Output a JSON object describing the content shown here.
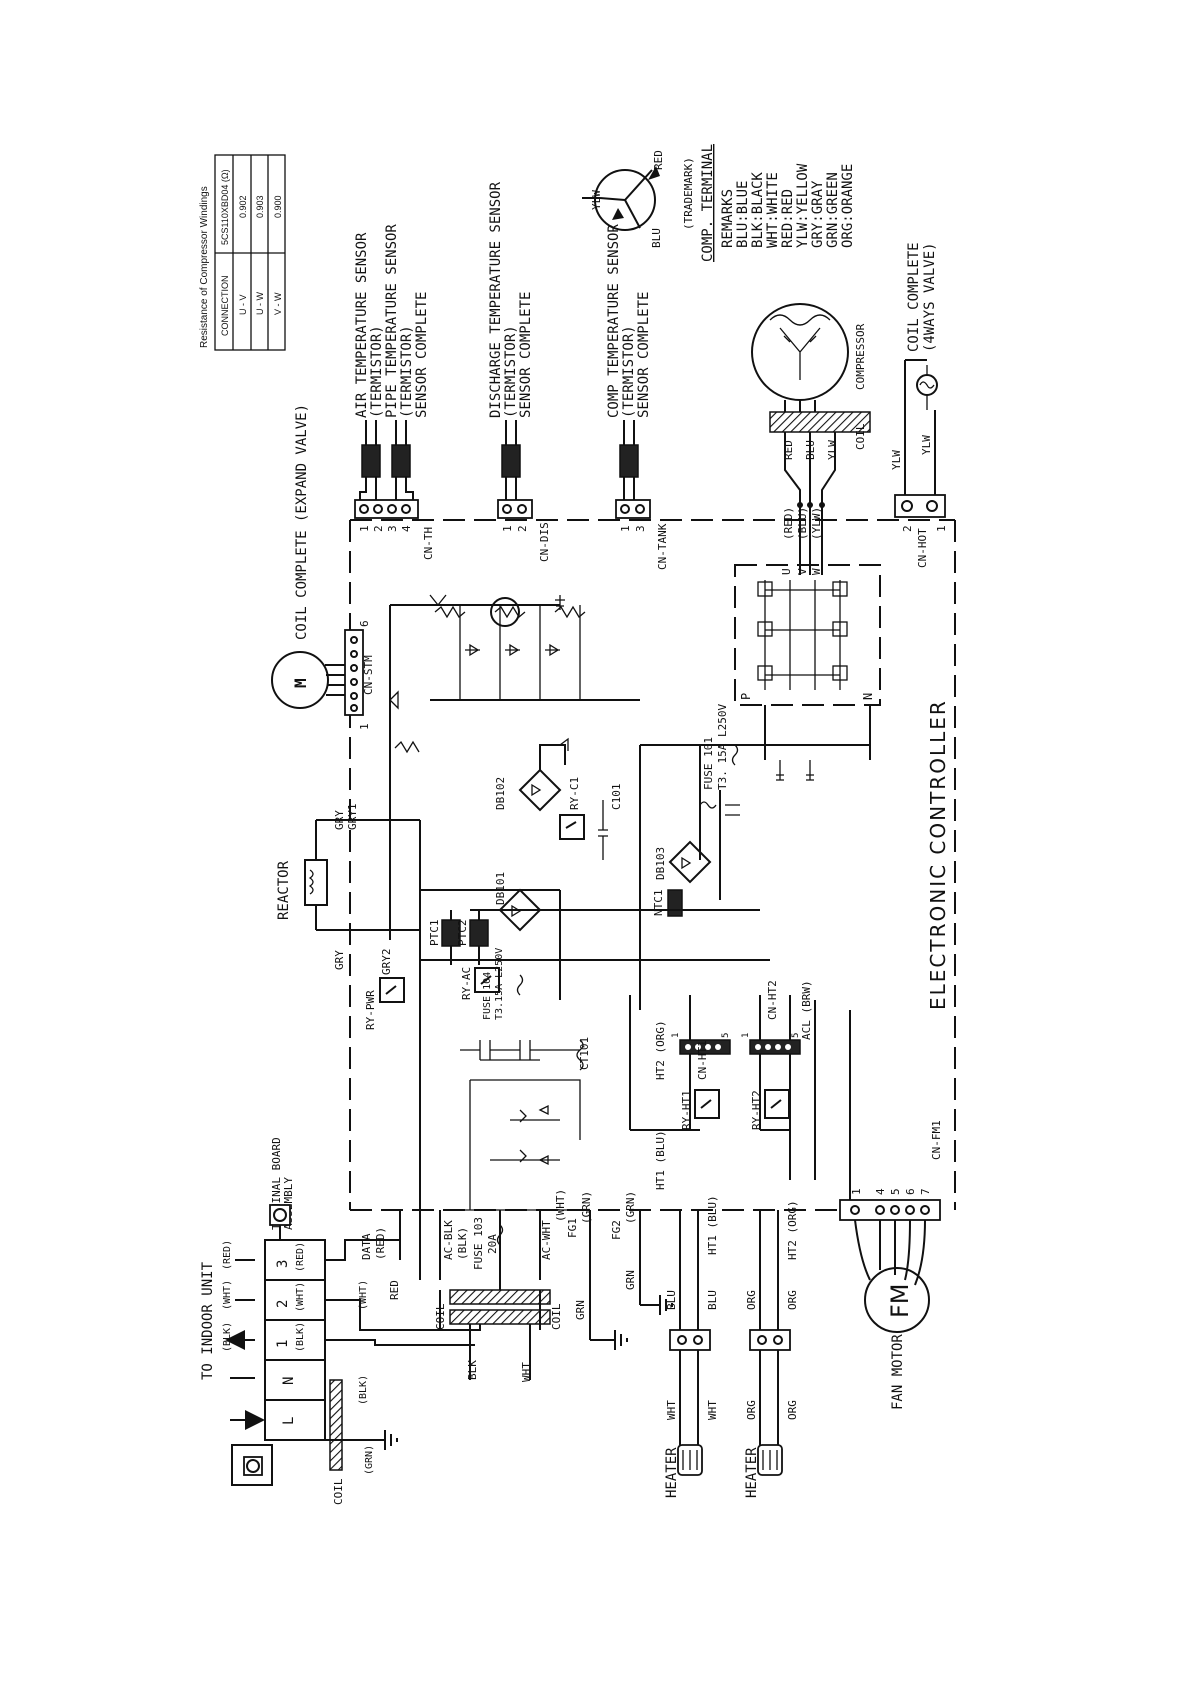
{
  "resistance_table": {
    "title": "Resistance of Compressor Windings",
    "header": [
      "CONNECTION",
      "5CS110XBD04 (Ω)"
    ],
    "rows": [
      [
        "U - V",
        "0.902"
      ],
      [
        "U - W",
        "0.903"
      ],
      [
        "V - W",
        "0.900"
      ]
    ]
  },
  "terminal": {
    "title": "COMP. TERMINAL",
    "trademark": "(TRADEMARK)",
    "leads": [
      "RED",
      "YLW",
      "BLU"
    ]
  },
  "remarks": {
    "title": "REMARKS",
    "items": [
      "BLU:BLUE",
      "BLK:BLACK",
      "WHT:WHITE",
      "RED:RED",
      "YLW:YELLOW",
      "GRY:GRAY",
      "GRN:GREEN",
      "ORG:ORANGE"
    ]
  },
  "sensors": {
    "air": [
      "AIR TEMPERATURE SENSOR",
      "(TERMISTOR)"
    ],
    "pipe": [
      "PIPE TEMPERATURE SENSOR",
      "(TERMISTOR)",
      "SENSOR COMPLETE"
    ],
    "discharge": [
      "DISCHARGE TEMPERATURE SENSOR",
      "(TERMISTOR)",
      "SENSOR COMPLETE"
    ],
    "comp": [
      "COMP TEMPERATURE SENSOR",
      "(TERMISTOR)",
      "SENSOR COMPLETE"
    ]
  },
  "connectors": {
    "cn_th": "CN-TH",
    "cn_th_pins": [
      "1",
      "2",
      "3",
      "4"
    ],
    "cn_dis": "CN-DIS",
    "cn_dis_pins": [
      "1",
      "2"
    ],
    "cn_tank": "CN-TANK",
    "cn_tank_pins": [
      "1",
      "3"
    ],
    "cn_stm": "CN-STM",
    "cn_stm_pins": [
      "1",
      "6"
    ],
    "cn_hot": "CN-HOT",
    "cn_hot_pins": [
      "2",
      "1"
    ],
    "cn_ht1": "CN-HT1",
    "cn_ht1_pins": [
      "1",
      "5"
    ],
    "cn_ht2": "CN-HT2",
    "cn_ht2_pins": [
      "1",
      "5"
    ],
    "cn_fm1": "CN-FM1",
    "cn_fm1_pins": [
      "1",
      "4",
      "5",
      "6",
      "7"
    ]
  },
  "components": {
    "coil_expand": "COIL COMPLETE (EXPAND VALVE)",
    "coil_4way": [
      "COIL COMPLETE",
      "(4WAYS VALVE)"
    ],
    "motor_m": "M",
    "compressor": "COMPRESSOR",
    "coil": "COIL",
    "reactor": "REACTOR",
    "fan_motor": "FAN MOTOR",
    "fm": "FM",
    "heater1": "HEATER",
    "heater2": "HEATER",
    "to_indoor": "TO INDOOR UNIT",
    "terminal_board": [
      "TERMINAL BOARD",
      "ASSEMBLY"
    ],
    "electronic_controller": "ELECTRONIC CONTROLLER",
    "fuse101": [
      "FUSE 101",
      "T3. 15A L250V"
    ],
    "fuse103": [
      "FUSE 103",
      "20A"
    ],
    "fuse104": [
      "FUSE 104",
      "T3.15A L250V"
    ],
    "db101": "DB101",
    "db102": "DB102",
    "db103": "DB103",
    "ry_c1": "RY-C1",
    "c101": "C101",
    "ntc1": "NTC1",
    "ptc1": "PTC1",
    "ptc2": "PTC2",
    "ry_ac": "RY-AC",
    "ry_pwr": "RY-PWR",
    "ct101": "CT101",
    "ry_ht1": "RY-HT1",
    "ry_ht2": "RY-HT2",
    "ht1": "HT1 (BLU)",
    "ht2": "HT2 (ORG)",
    "acl": "ACL (BRW)",
    "data": [
      "DATA",
      "(RED)"
    ],
    "ac_blk": [
      "AC-BLK",
      "(BLK)"
    ],
    "ac_wht": "AC-WHT",
    "fg1": "FG1",
    "fg2": "FG2",
    "gry1": "GRY1",
    "gry2": "GRY2",
    "uvw": [
      "U",
      "V",
      "W"
    ],
    "p": "P",
    "n": "N"
  },
  "wires": {
    "red": "RED",
    "blu": "BLU",
    "ylw": "YLW",
    "gry": "GRY",
    "grn": "GRN",
    "wht": "WHT",
    "blk": "BLK",
    "org": "ORG",
    "red_p": "(RED)",
    "blu_p": "(BLU)",
    "ylw_p": "(YLW)",
    "wht_p": "(WHT)",
    "blk_p": "(BLK)",
    "grn_p": "(GRN)",
    "ht1_blu": "HT1 (BLU)",
    "ht2_org": "HT2 (ORG)"
  },
  "terminal_block": {
    "cells": [
      "L",
      "N",
      "1",
      "2",
      "3"
    ],
    "subs": [
      "",
      "",
      "(BLK)",
      "(WHT)",
      "(RED)"
    ]
  }
}
